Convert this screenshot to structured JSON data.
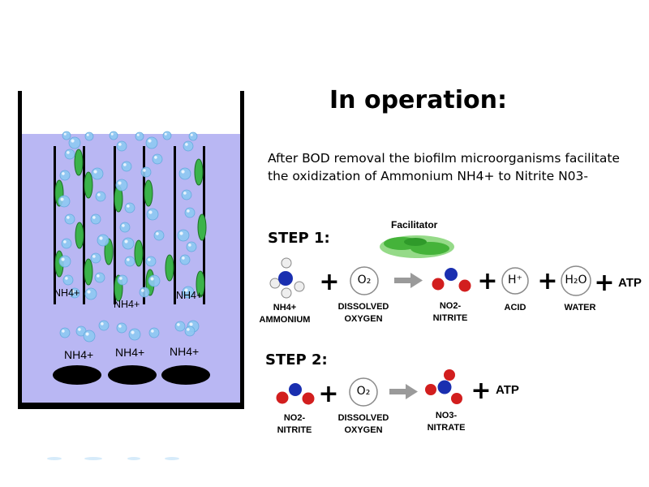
{
  "title": "In operation:",
  "description_line1": "After BOD removal the biofilm microorganisms facilitate",
  "description_line2": "the oxidization of Ammonium NH4+ to Nitrite N03-",
  "tank": {
    "media_labels": [
      "NH4+",
      "NH4+",
      "NH4+"
    ],
    "bottom_labels": [
      "NH4+",
      "NH4+",
      "NH4+"
    ],
    "water_color": "#b9b7f3",
    "bubble_color": "#8ec9f2",
    "biofilm_color": "#3bb34a"
  },
  "step1": {
    "heading": "STEP 1:",
    "facilitator": "Facilitator",
    "oxygen_symbol": "O₂",
    "acid_symbol": "H⁺",
    "water_symbol": "H₂O",
    "atp": "ATP",
    "ammonium_line1": "NH4+",
    "ammonium_line2": "AMMONIUM",
    "oxygen_line1": "DISSOLVED",
    "oxygen_line2": "OXYGEN",
    "nitrite_line1": "NO2-",
    "nitrite_line2": "NITRITE",
    "acid_label": "ACID",
    "water_label": "WATER"
  },
  "step2": {
    "heading": "STEP 2:",
    "oxygen_symbol": "O₂",
    "atp": "ATP",
    "nitrite_line1": "NO2-",
    "nitrite_line2": "NITRITE",
    "oxygen_line1": "DISSOLVED",
    "oxygen_line2": "OXYGEN",
    "nitrate_line1": "NO3-",
    "nitrate_line2": "NITRATE"
  },
  "colors": {
    "nitrogen": "#1a2fb0",
    "oxygen": "#d21e1e",
    "hydrogen": "#eeeeee",
    "arrow": "#9a9a9a"
  }
}
